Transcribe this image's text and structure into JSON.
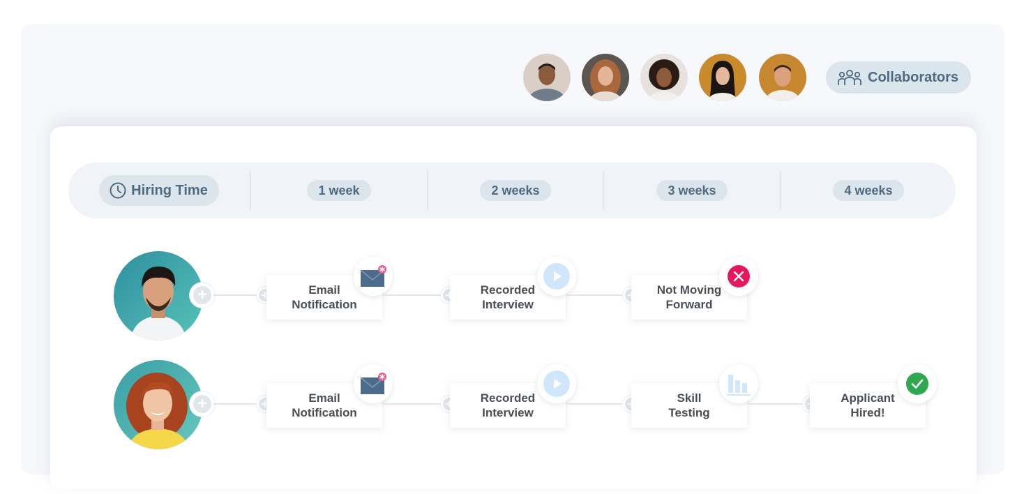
{
  "header": {
    "avatars": [
      {
        "name": "collaborator-1"
      },
      {
        "name": "collaborator-2"
      },
      {
        "name": "collaborator-3"
      },
      {
        "name": "collaborator-4"
      },
      {
        "name": "collaborator-5"
      }
    ],
    "collaborators_label": "Collaborators",
    "collaborators_icon": "people-group-icon"
  },
  "timeline": {
    "main_label": "Hiring Time",
    "main_icon": "clock-icon",
    "weeks": [
      "1 week",
      "2 weeks",
      "3 weeks",
      "4 weeks"
    ]
  },
  "pipelines": [
    {
      "steps": [
        {
          "line1": "Email",
          "line2": "Notification",
          "icon": "envelope-icon"
        },
        {
          "line1": "Recorded",
          "line2": "Interview",
          "icon": "play-icon"
        },
        {
          "line1": "Not Moving",
          "line2": "Forward",
          "icon": "reject-x-icon"
        }
      ]
    },
    {
      "steps": [
        {
          "line1": "Email",
          "line2": "Notification",
          "icon": "envelope-icon"
        },
        {
          "line1": "Recorded",
          "line2": "Interview",
          "icon": "play-icon"
        },
        {
          "line1": "Skill",
          "line2": "Testing",
          "icon": "bar-chart-icon"
        },
        {
          "line1": "Applicant",
          "line2": "Hired!",
          "icon": "check-icon"
        }
      ]
    }
  ],
  "colors": {
    "accent_text": "#4e6a80",
    "pill_bg": "#dde5ec",
    "reject": "#e5175f",
    "success": "#2fa84f",
    "play": "#cfe6fb",
    "envelope": "#4d6c8b"
  }
}
